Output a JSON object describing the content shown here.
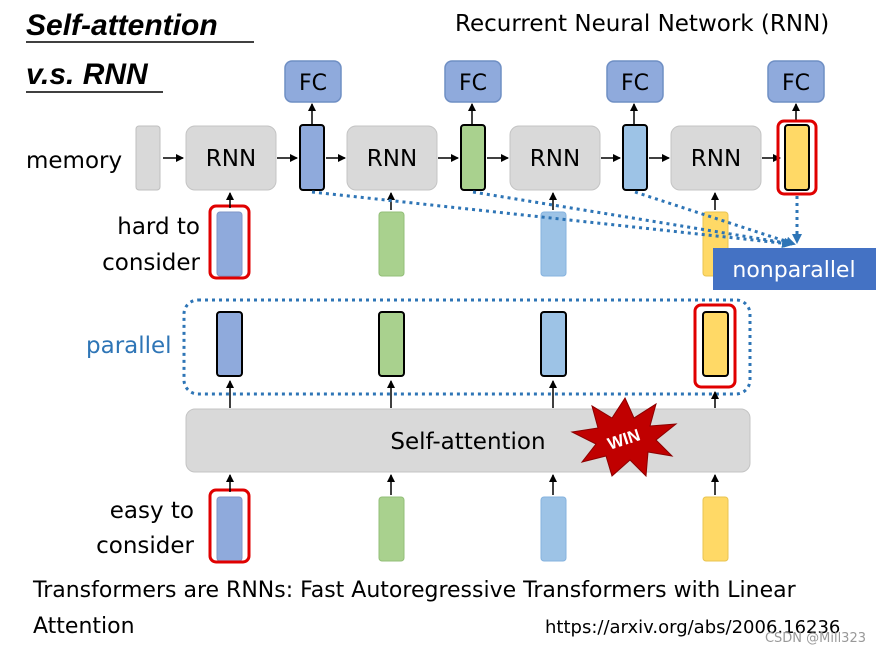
{
  "title": {
    "line1": "Self-attention",
    "line2": "v.s. RNN"
  },
  "rnn_heading": "Recurrent Neural Network (RNN)",
  "memory_label": "memory",
  "fc_label": "FC",
  "rnn_block_label": "RNN",
  "hard_label": {
    "line1": "hard to",
    "line2": "consider"
  },
  "nonparallel_label": "nonparallel",
  "parallel_label": "parallel",
  "self_attention_label": "Self-attention",
  "win_badge": "WIN",
  "easy_label": {
    "line1": "easy to",
    "line2": "consider"
  },
  "reference": {
    "line1": "Transformers are RNNs: Fast Autoregressive Transformers with Linear",
    "line2": "Attention",
    "url": "https://arxiv.org/abs/2006.16236"
  },
  "watermark": "CSDN @Mill323",
  "colors": {
    "blue_vec": "#8faadc",
    "green_vec": "#a9d18e",
    "lightblue_vec": "#9dc3e6",
    "orange_vec": "#ffd966",
    "fc_box": "#8faadc",
    "rnn_box": "#d9d9d9",
    "highlight": "#e00000",
    "dotted": "#2e75b6",
    "nonparallel_box": "#4472c4",
    "parallel_text": "#2e75b6",
    "win_star": "#c00000"
  }
}
